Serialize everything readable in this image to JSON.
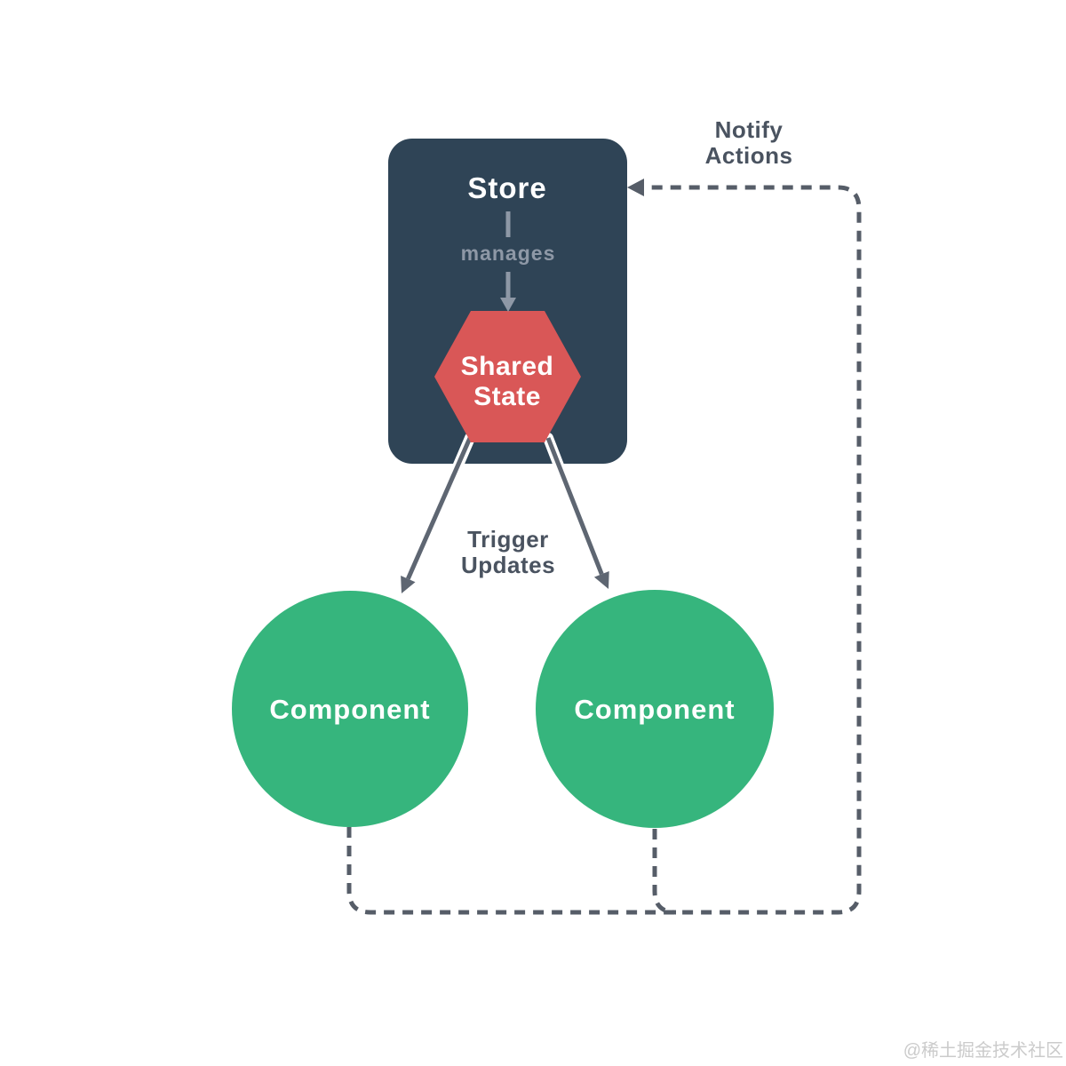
{
  "diagram": {
    "store": {
      "label": "Store",
      "relation_label": "manages"
    },
    "shared_state": {
      "line1": "Shared",
      "line2": "State"
    },
    "components": [
      {
        "label": "Component"
      },
      {
        "label": "Component"
      }
    ],
    "flows": {
      "notify": {
        "line1": "Notify",
        "line2": "Actions"
      },
      "trigger": {
        "line1": "Trigger",
        "line2": "Updates"
      }
    },
    "colors": {
      "store_bg": "#2f4456",
      "shared_state_bg": "#d95757",
      "component_bg": "#36b57d",
      "solid_arrow": "#5e6672",
      "muted_arrow": "#8e98a6",
      "dashed_line": "#565d68",
      "flow_label_text": "#4a5360",
      "text_on_shapes": "#ffffff"
    }
  },
  "watermark": {
    "text": "@稀土掘金技术社区"
  }
}
